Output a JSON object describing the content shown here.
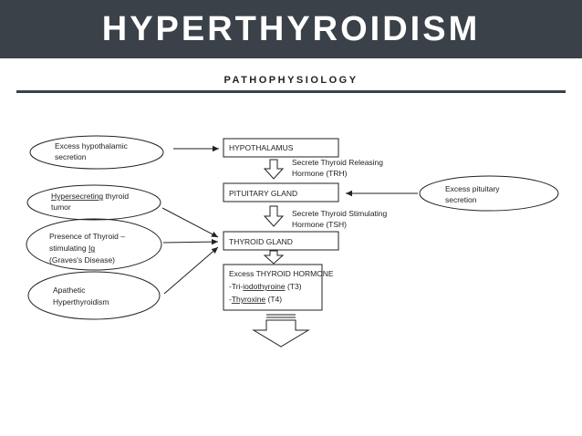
{
  "slide": {
    "title": "HYPERTHYROIDISM",
    "subtitle": "PATHOPHYSIOLOGY"
  },
  "colors": {
    "title_bar": "#3a4149",
    "title_text": "#ffffff",
    "divider": "#3a4149",
    "spellcheck_underline": "#d22222"
  },
  "diagram": {
    "causes": {
      "hypothalamic": {
        "line1": "Excess hypothalamic",
        "line2": "secretion"
      },
      "tumor": {
        "line1_underlined": "Hypersecreting",
        "line1_rest": " thyroid",
        "line2": "tumor"
      },
      "graves": {
        "line1": "Presence of Thyroid –",
        "line2_pre": "stimulating ",
        "line2_underlined": "Ig",
        "line3": "(Graves's Disease)"
      },
      "apathetic": {
        "line1": "Apathetic",
        "line2": "Hyperthyroidism"
      },
      "pituitary": {
        "line1": "Excess pituitary",
        "line2": "secretion"
      }
    },
    "boxes": {
      "hypothalamus": "HYPOTHALAMUS",
      "pituitary_gland": "PITUITARY GLAND",
      "thyroid_gland": "THYROID GLAND",
      "hormone": {
        "line1": "Excess THYROID HORMONE",
        "line2_pre": "-Tri-",
        "line2_underlined": "iodothyroine",
        "line2_rest": " (T3)",
        "line3_pre": "-",
        "line3_underlined": "Thyroxine",
        "line3_rest": " (T4)"
      }
    },
    "steps": {
      "trh": {
        "line1": "Secrete Thyroid Releasing",
        "line2": "Hormone (TRH)"
      },
      "tsh": {
        "line1": "Secrete Thyroid Stimulating",
        "line2": "Hormone (TSH)"
      }
    }
  }
}
